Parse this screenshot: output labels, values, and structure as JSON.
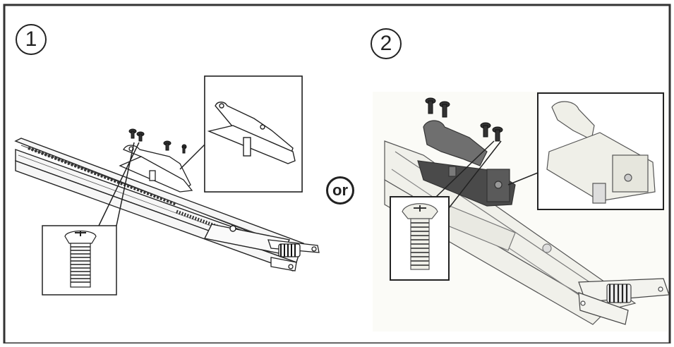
{
  "frame": {
    "border_color": "#333333",
    "background": "#ffffff"
  },
  "steps": [
    {
      "number": "1"
    },
    {
      "number": "2"
    }
  ],
  "separator": {
    "text": "or"
  },
  "colors": {
    "line": "#222222",
    "rail_fill": "#f2f2f2",
    "bracket_gray": "#6f6f6f",
    "bracket_dark": "#4a4a4a",
    "photo_bg": "#fbfbf7"
  },
  "icons": [
    "screw-icon",
    "bracket-icon",
    "rail-icon",
    "spring-icon"
  ]
}
